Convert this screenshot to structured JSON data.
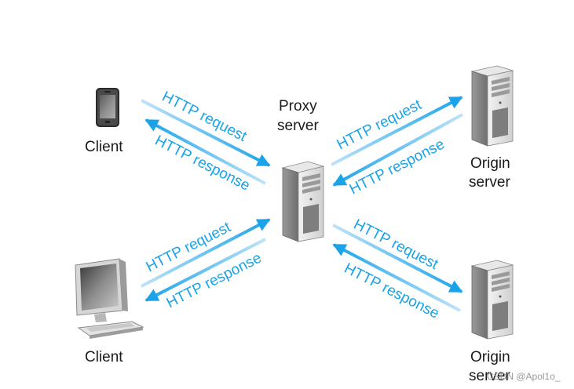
{
  "nodes": {
    "client_phone": {
      "label": "Client"
    },
    "client_pc": {
      "label": "Client"
    },
    "proxy": {
      "label_line1": "Proxy",
      "label_line2": "server"
    },
    "origin_top": {
      "label_line1": "Origin",
      "label_line2": "server"
    },
    "origin_bottom": {
      "label_line1": "Origin",
      "label_line2": "server"
    }
  },
  "edges": {
    "phone_request": "HTTP request",
    "phone_response": "HTTP response",
    "pc_request": "HTTP request",
    "pc_response": "HTTP response",
    "origin_top_request": "HTTP request",
    "origin_top_response": "HTTP response",
    "origin_bottom_request": "HTTP request",
    "origin_bottom_response": "HTTP response"
  },
  "watermark": "CSDN @Apol1o_",
  "colors": {
    "arrow": "#1aa3e8",
    "arrow_light": "#9fd4f3",
    "text": "#1a1a1a"
  }
}
